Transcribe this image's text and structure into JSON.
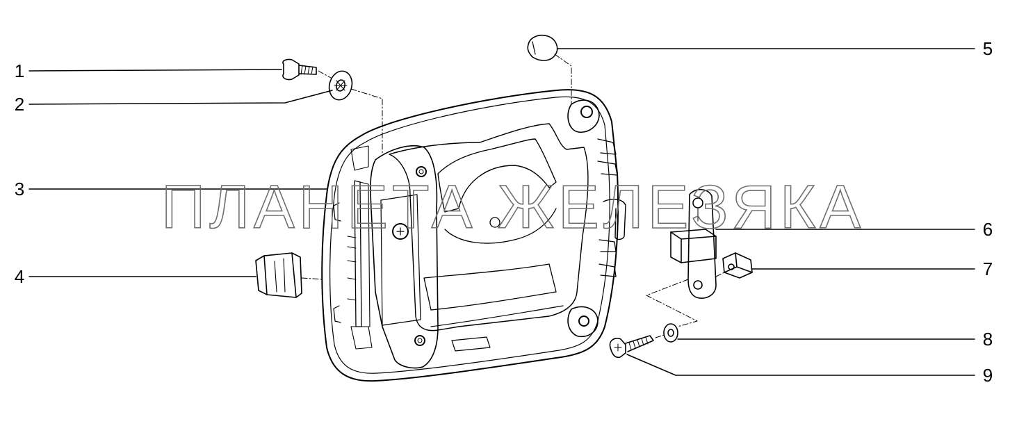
{
  "watermark": "ПЛАНЕТА ЖЕЛЕЗЯКА",
  "callouts": [
    {
      "id": "1",
      "label": "1"
    },
    {
      "id": "2",
      "label": "2"
    },
    {
      "id": "3",
      "label": "3"
    },
    {
      "id": "4",
      "label": "4"
    },
    {
      "id": "5",
      "label": "5"
    },
    {
      "id": "6",
      "label": "6"
    },
    {
      "id": "7",
      "label": "7"
    },
    {
      "id": "8",
      "label": "8"
    },
    {
      "id": "9",
      "label": "9"
    }
  ]
}
